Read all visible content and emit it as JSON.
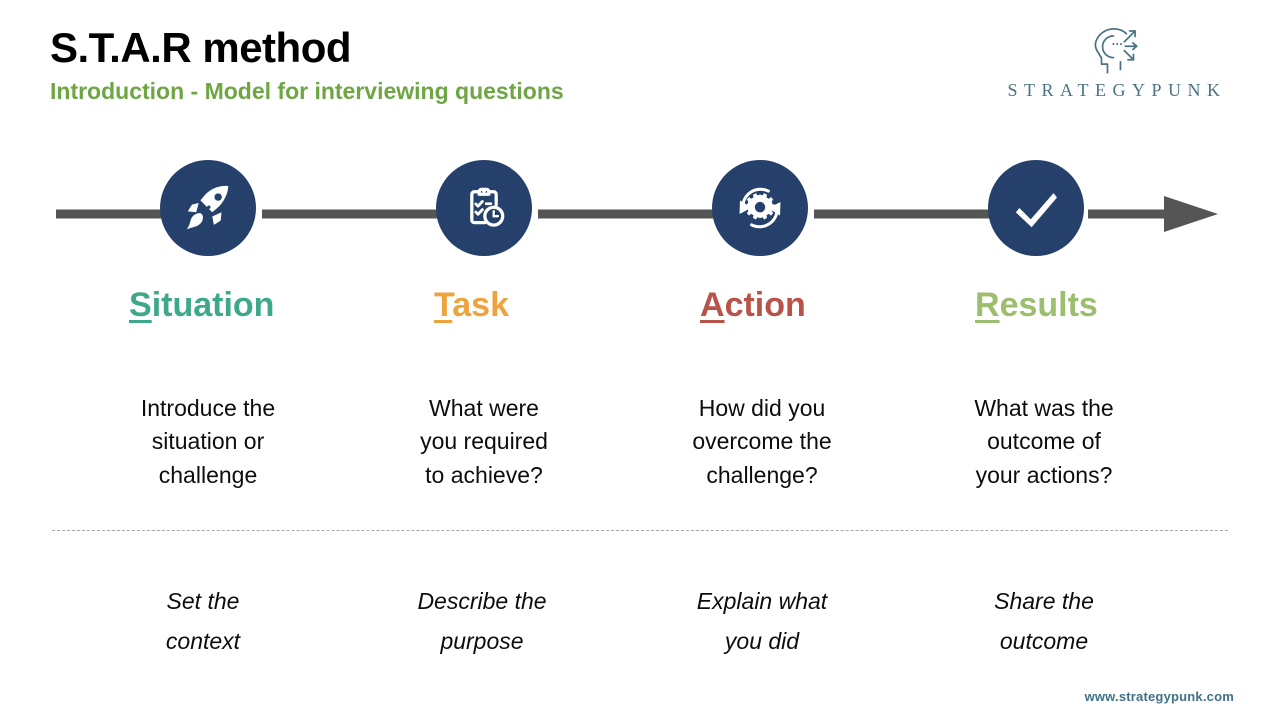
{
  "header": {
    "title": "S.T.A.R method",
    "subtitle": "Introduction - Model for interviewing questions",
    "title_color": "#000000",
    "subtitle_color": "#6EA644"
  },
  "logo": {
    "icon_name": "head-profile-arrows-icon",
    "wordmark": "STRATEGYPUNK",
    "color": "#4A7385"
  },
  "timeline": {
    "node_fill": "#25406B",
    "connector_color": "#555555",
    "steps": [
      {
        "icon_name": "rocket-icon",
        "initial": "S",
        "rest": "ituation",
        "color": "#3DA88A",
        "description": [
          "Introduce the",
          "situation or",
          "challenge"
        ],
        "note": [
          "Set the",
          "context"
        ]
      },
      {
        "icon_name": "clipboard-clock-icon",
        "initial": "T",
        "rest": "ask",
        "color": "#EFA33C",
        "description": [
          "What were",
          "you required",
          "to achieve?"
        ],
        "note": [
          "Describe the",
          "purpose"
        ]
      },
      {
        "icon_name": "gear-refresh-icon",
        "initial": "A",
        "rest": "ction",
        "color": "#B8534A",
        "description": [
          "How did you",
          "overcome the",
          "challenge?"
        ],
        "note": [
          "Explain what",
          "you did"
        ]
      },
      {
        "icon_name": "checkmark-icon",
        "initial": "R",
        "rest": "esults",
        "color": "#9CBE6E",
        "description": [
          "What was the",
          "outcome of",
          "your actions?"
        ],
        "note": [
          "Share the",
          "outcome"
        ]
      }
    ]
  },
  "divider": {
    "style": "dashed",
    "color": "#A8A8A8"
  },
  "footer": {
    "url": "www.strategypunk.com",
    "color": "#3E7287"
  }
}
